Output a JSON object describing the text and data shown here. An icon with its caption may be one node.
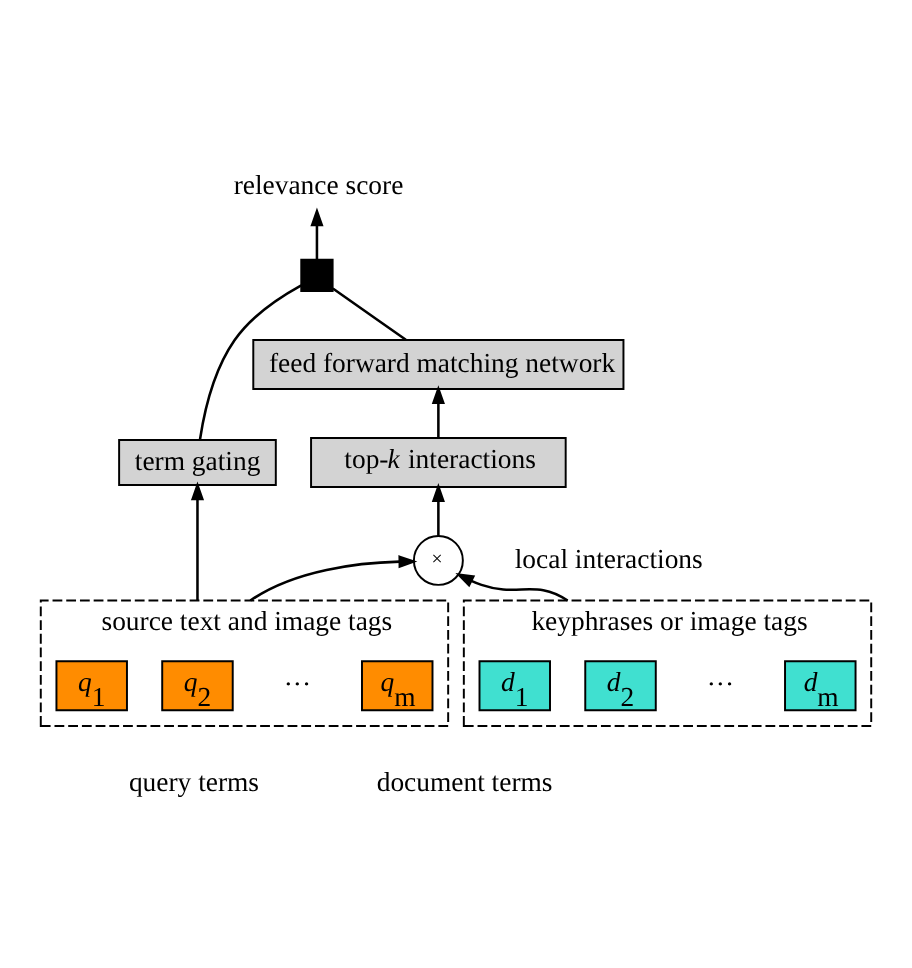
{
  "diagram": {
    "nodes": [
      {
        "text": [
          "relevance score"
        ]
      },
      {
        "text": [],
        "shape": "box"
      },
      {
        "text": [
          "term gating"
        ]
      },
      {
        "text": [
          "feed forward matching network"
        ]
      },
      {
        "text": [
          "top-*k* interactions"
        ]
      },
      {
        "text": [
          "×"
        ],
        "beside": [
          "local interactions"
        ]
      },
      {
        "text": [],
        "shape": "box",
        "beside": [
          "source text and image tags"
        ]
      },
      {
        "text": [
          "*q*$_{1}$"
        ],
        "in": 6
      },
      {
        "text": [
          "*q*$_{2}$"
        ],
        "in": 6
      },
      {
        "text": [
          "*q*$_{m}$"
        ],
        "in": 6
      },
      {
        "text": [],
        "shape": "box",
        "beside": [
          "keyphrases or image tags"
        ]
      },
      {
        "text": [
          "*d*$_{1}$"
        ],
        "in": 10
      },
      {
        "text": [
          "*d*$_{2}$"
        ],
        "in": 10
      },
      {
        "text": [
          "*d*$_{m}$"
        ],
        "in": 10
      }
    ],
    "edges": [
      {
        "from": 6,
        "to": 2,
        "arrow": "to"
      },
      {
        "from": 2,
        "to": 1,
        "arrow": "none"
      },
      {
        "from": 1,
        "to": 0,
        "arrow": "to"
      },
      {
        "from": 3,
        "to": 1,
        "arrow": "none"
      },
      {
        "from": 4,
        "to": 3,
        "arrow": "to"
      },
      {
        "from": 5,
        "to": 4,
        "arrow": "to"
      },
      {
        "from": 6,
        "to": 5,
        "arrow": "to"
      },
      {
        "from": 10,
        "to": 5,
        "arrow": "to"
      }
    ],
    "labels": [
      "···",
      "···",
      "query terms",
      "document terms"
    ]
  }
}
